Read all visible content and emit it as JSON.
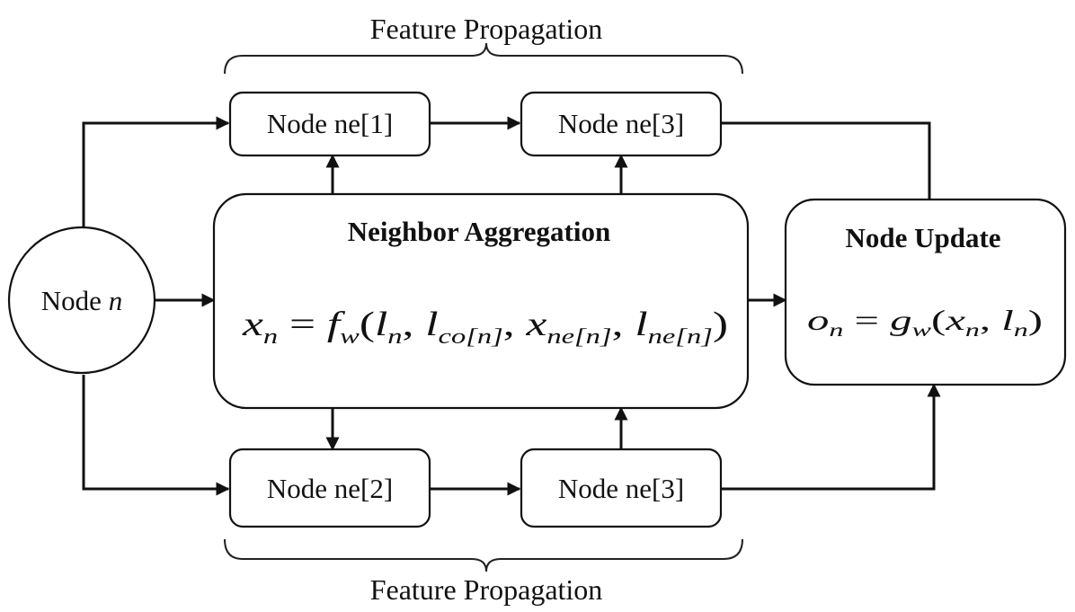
{
  "diagram": {
    "captions": {
      "top": "Feature Propagation",
      "bottom": "Feature Propagation"
    },
    "nodes": {
      "input": {
        "prefix": "Node ",
        "var": "n"
      },
      "ne1": "Node ne[1]",
      "ne3_top": "Node ne[3]",
      "ne2": "Node ne[2]",
      "ne3_bottom": "Node ne[3]"
    },
    "aggregation": {
      "title": "Neighbor Aggregation",
      "formula": {
        "lhs": "x",
        "lhs_sub": "n",
        "eq": " = ",
        "fn": "f",
        "fn_sub": "w",
        "open": "(",
        "a1": "l",
        "a1_sub": "n",
        "c1": ", ",
        "a2": "l",
        "a2_sub": "co[n]",
        "c2": ", ",
        "a3": "x",
        "a3_sub": "ne[n]",
        "c3": ", ",
        "a4": "l",
        "a4_sub": "ne[n]",
        "close": ")"
      }
    },
    "update": {
      "title": "Node Update",
      "formula": {
        "lhs": "o",
        "lhs_sub": "n",
        "eq": " = ",
        "fn": "g",
        "fn_sub": "w",
        "open": "(",
        "a1": "x",
        "a1_sub": "n",
        "c1": ", ",
        "a2": "l",
        "a2_sub": "n",
        "close": ")"
      }
    }
  }
}
